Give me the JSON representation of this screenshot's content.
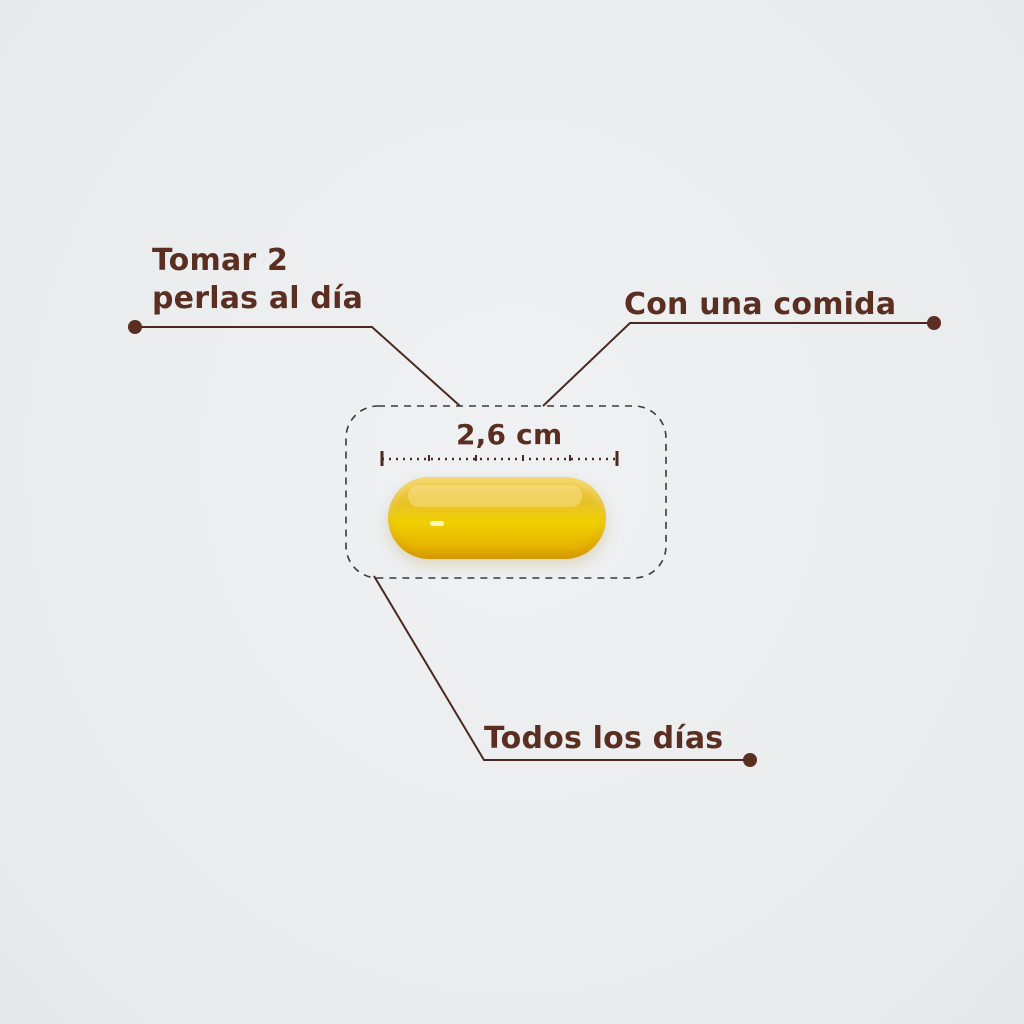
{
  "callouts": {
    "dose": {
      "line1": "Tomar 2",
      "line2": "perlas al día"
    },
    "meal": "Con una comida",
    "daily": "Todos los días"
  },
  "measurement": {
    "size_label": "2,6 cm"
  },
  "product": {
    "icon": "softgel-capsule-icon",
    "color": "#f0c81e"
  },
  "colors": {
    "text": "#5a2e21",
    "background": "#eceef0",
    "dashed_frame": "#3c3a3a"
  }
}
